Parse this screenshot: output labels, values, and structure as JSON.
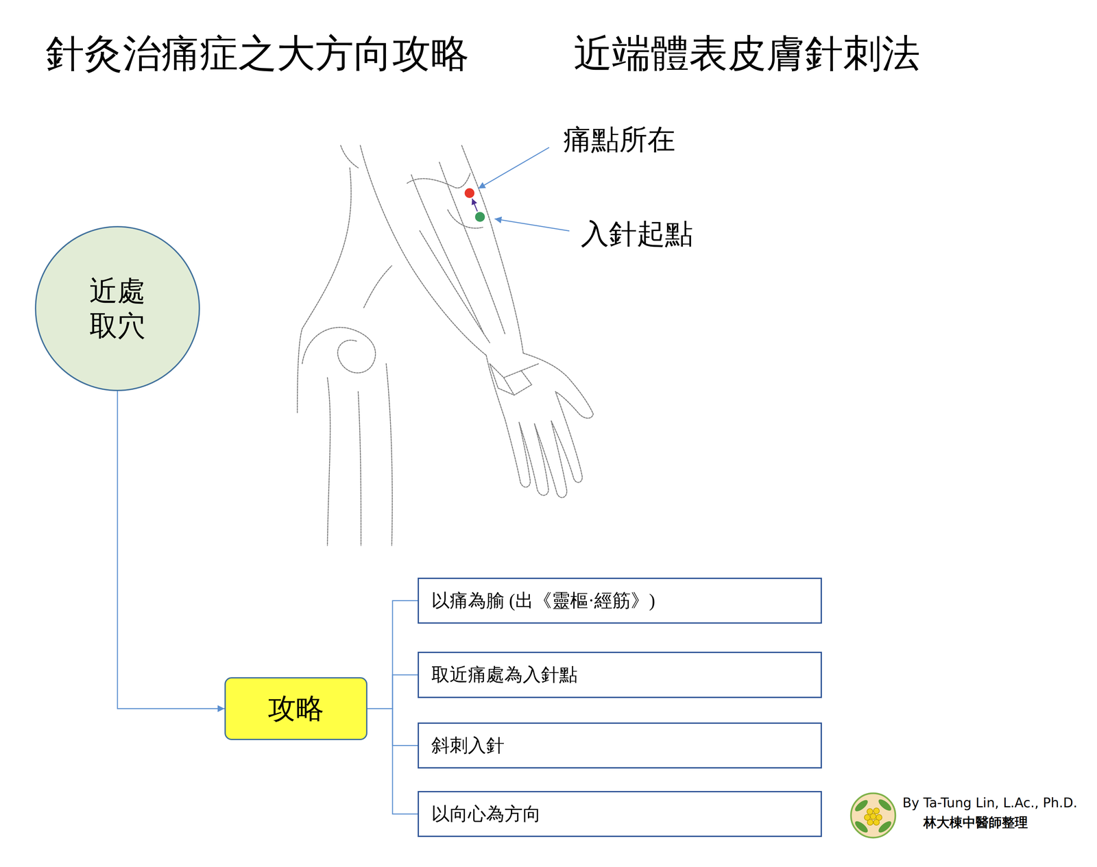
{
  "diagram": {
    "title": "針灸治痛症之大方向攻略",
    "nodes": [
      {
        "text": [
          "近處 取穴"
        ]
      },
      {
        "text": [
          "攻略"
        ]
      },
      {
        "text": [
          "以痛為腧 (出《靈樞·經筋》)"
        ]
      },
      {
        "text": [
          "取近痛處為入針點"
        ]
      },
      {
        "text": [
          "斜刺入針"
        ]
      },
      {
        "text": [
          "以向心為方向"
        ]
      }
    ],
    "edges": [
      {
        "from": 0,
        "to": 1,
        "arrow": "to"
      },
      {
        "from": 1,
        "to": 2,
        "arrow": "none"
      },
      {
        "from": 1,
        "to": 3,
        "arrow": "none"
      },
      {
        "from": 1,
        "to": 4,
        "arrow": "none"
      },
      {
        "from": 1,
        "to": 5,
        "arrow": "none"
      }
    ],
    "labels": [
      "近端體表皮膚針刺法",
      "痛點所在",
      "入針起點",
      "By Ta-Tung Lin, L.Ac., Ph.D.",
      "林大棟中醫師整理"
    ]
  }
}
